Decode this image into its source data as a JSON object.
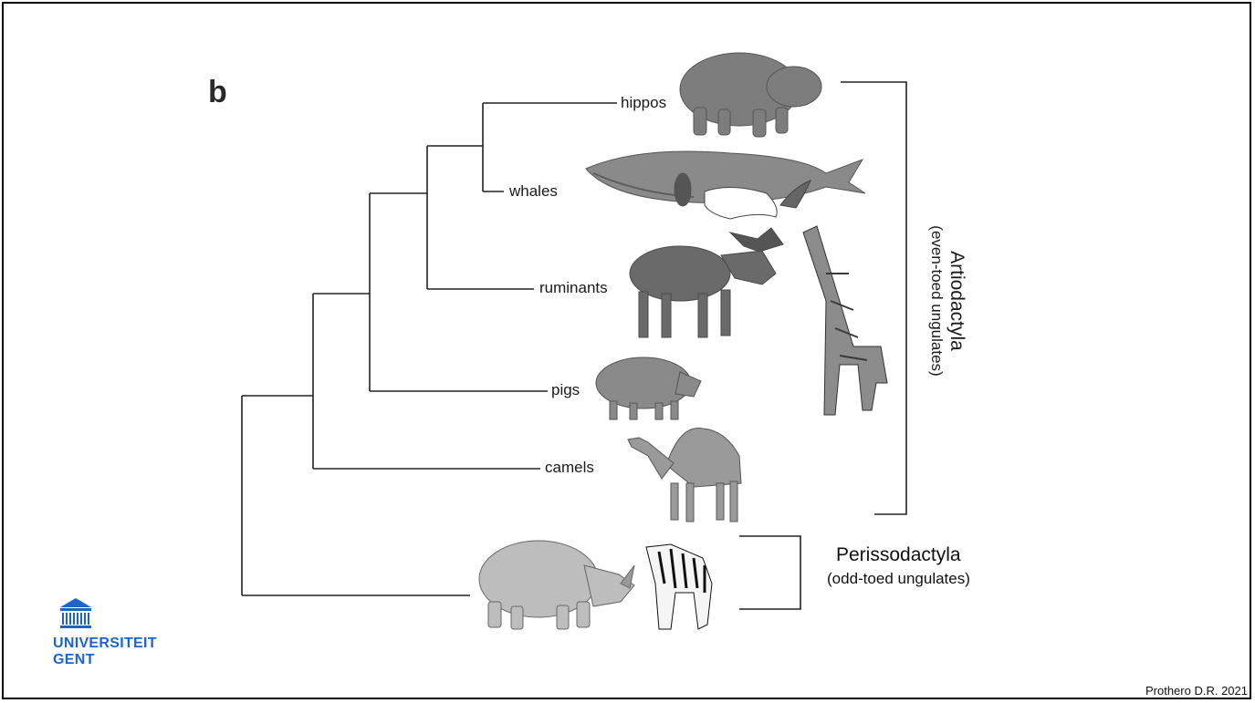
{
  "panel_letter": "b",
  "taxa": {
    "hippos": "hippos",
    "whales": "whales",
    "ruminants": "ruminants",
    "pigs": "pigs",
    "camels": "camels"
  },
  "groups": {
    "artiodactyla": {
      "title": "Artiodactyla",
      "subtitle": "(even-toed ungulates)"
    },
    "perissodactyla": {
      "title": "Perissodactyla",
      "subtitle": "(odd-toed ungulates)"
    }
  },
  "logo": {
    "line1": "UNIVERSITEIT",
    "line2": "GENT",
    "color": "#1e64c8"
  },
  "credit": "Prothero D.R. 2021"
}
